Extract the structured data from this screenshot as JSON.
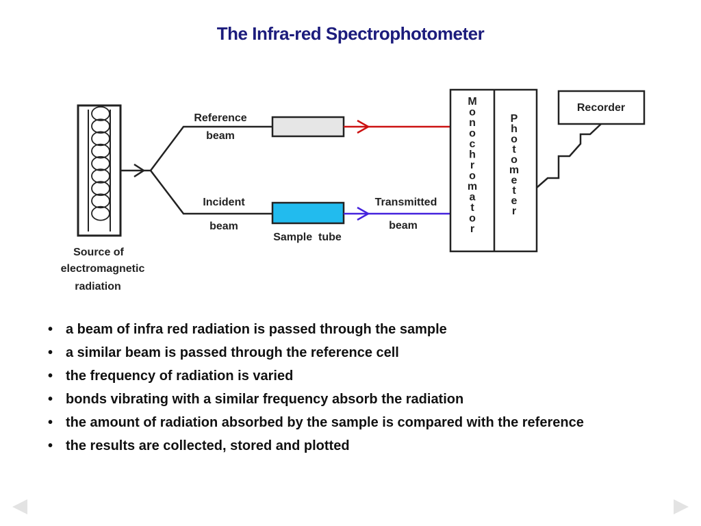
{
  "title": "The Infra-red Spectrophotometer",
  "diagram": {
    "source_label": [
      "Source of",
      "electromagnetic",
      "radiation"
    ],
    "reference_beam_label": [
      "Reference",
      "beam"
    ],
    "incident_beam_label": [
      "Incident",
      "beam"
    ],
    "sample_tube_label": "Sample  tube",
    "transmitted_beam_label": [
      "Transmitted",
      "beam"
    ],
    "monochromator_label": "Monochromator",
    "photometer_label": "Photometer",
    "recorder_label": "Recorder",
    "colors": {
      "reference_beam": "#cc1111",
      "transmitted_beam": "#4422dd",
      "sample_fill": "#22bbee",
      "reference_cell_fill": "#e6e6e6"
    }
  },
  "bullets": [
    "a beam of infra red radiation is passed through the sample",
    "a similar beam is passed through the reference cell",
    "the frequency of radiation is varied",
    "bonds vibrating with a similar frequency absorb the radiation",
    "the amount of radiation absorbed by the sample is compared with the reference",
    "the results are collected, stored and plotted"
  ],
  "nav": {
    "prev_icon": "left-arrow-icon",
    "next_icon": "right-arrow-icon"
  }
}
